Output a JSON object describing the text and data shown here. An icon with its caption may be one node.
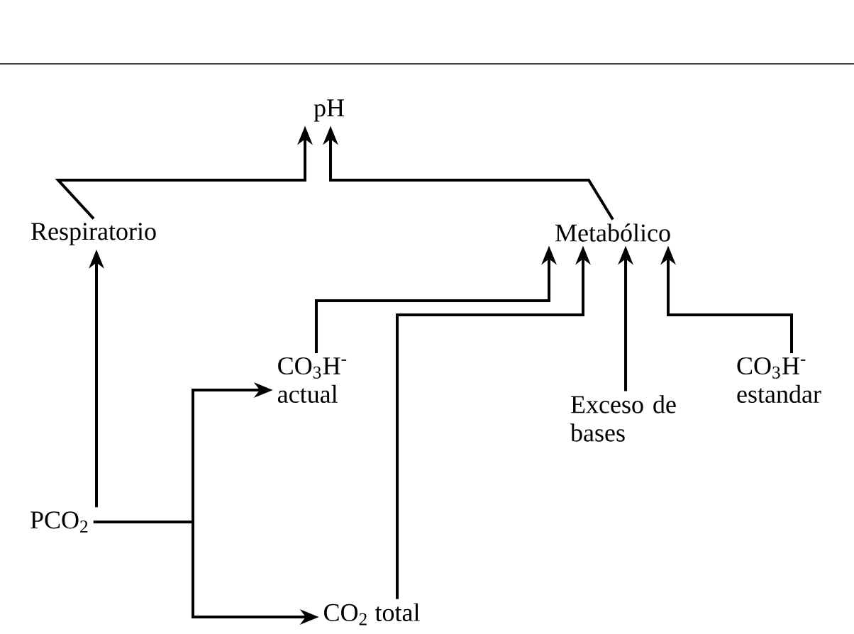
{
  "diagram": {
    "nodes": [
      {
        "text": [
          "pH"
        ]
      },
      {
        "text": [
          "Respiratorio"
        ]
      },
      {
        "text": [
          "Metabólico"
        ]
      },
      {
        "text": [
          "CO$_{3}$H$^{-}$ actual"
        ]
      },
      {
        "text": [
          "Exceso de bases"
        ]
      },
      {
        "text": [
          "CO$_{3}$H$^{-}$ estandar"
        ]
      },
      {
        "text": [
          "PCO$_{2}$"
        ]
      },
      {
        "text": [
          "CO$_{2}$ total"
        ]
      }
    ],
    "edges": [
      {
        "from": 1,
        "to": 0,
        "arrow": "to"
      },
      {
        "from": 2,
        "to": 0,
        "arrow": "to"
      },
      {
        "from": 6,
        "to": 1,
        "arrow": "to"
      },
      {
        "from": 3,
        "to": 2,
        "arrow": "to"
      },
      {
        "from": 7,
        "to": 2,
        "arrow": "to"
      },
      {
        "from": 4,
        "to": 2,
        "arrow": "to"
      },
      {
        "from": 5,
        "to": 2,
        "arrow": "to"
      },
      {
        "from": 6,
        "to": 3,
        "arrow": "to"
      },
      {
        "from": 6,
        "to": 7,
        "arrow": "to"
      }
    ]
  }
}
